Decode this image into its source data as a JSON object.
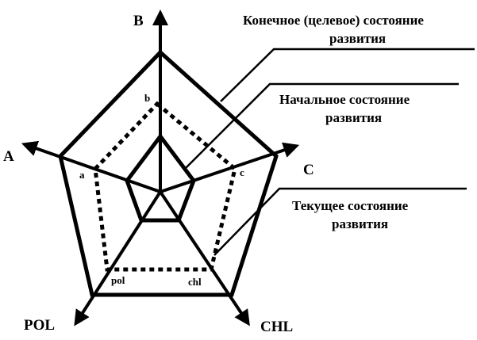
{
  "diagram": {
    "axes": [
      {
        "id": "b",
        "label": "B",
        "point_label": "b"
      },
      {
        "id": "c",
        "label": "C",
        "point_label": "c"
      },
      {
        "id": "chl",
        "label": "CHL",
        "point_label": "chl"
      },
      {
        "id": "pol",
        "label": "POL",
        "point_label": "pol"
      },
      {
        "id": "a",
        "label": "A",
        "point_label": "a"
      }
    ],
    "states": {
      "target": {
        "line1": "Конечное (целевое) состояние",
        "line2": "развития",
        "style": "solid-thick"
      },
      "initial": {
        "line1": "Начальное состояние",
        "line2": "развития",
        "style": "solid-thick"
      },
      "current": {
        "line1": "Текущее состояние",
        "line2": "развития",
        "style": "dotted"
      }
    },
    "colors": {
      "ink": "#000000",
      "background": "#ffffff"
    }
  }
}
